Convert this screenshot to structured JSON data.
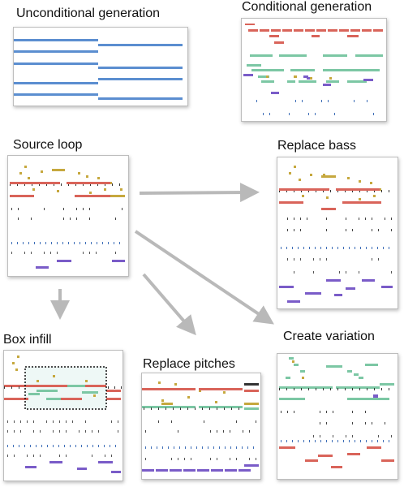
{
  "titles": {
    "unconditional": "Unconditional generation",
    "conditional": "Conditional generation",
    "source": "Source loop",
    "replace_bass": "Replace bass",
    "box_infill": "Box infill",
    "replace_pitches": "Replace pitches",
    "create_variation": "Create variation"
  },
  "colors": {
    "blue": "#5b8ed0",
    "red": "#d9645a",
    "green": "#7cc7a4",
    "olive": "#c6a83e",
    "purple": "#7a5cc8",
    "tick_blue": "#3f6fb8",
    "arrow": "#b9b9b9"
  }
}
